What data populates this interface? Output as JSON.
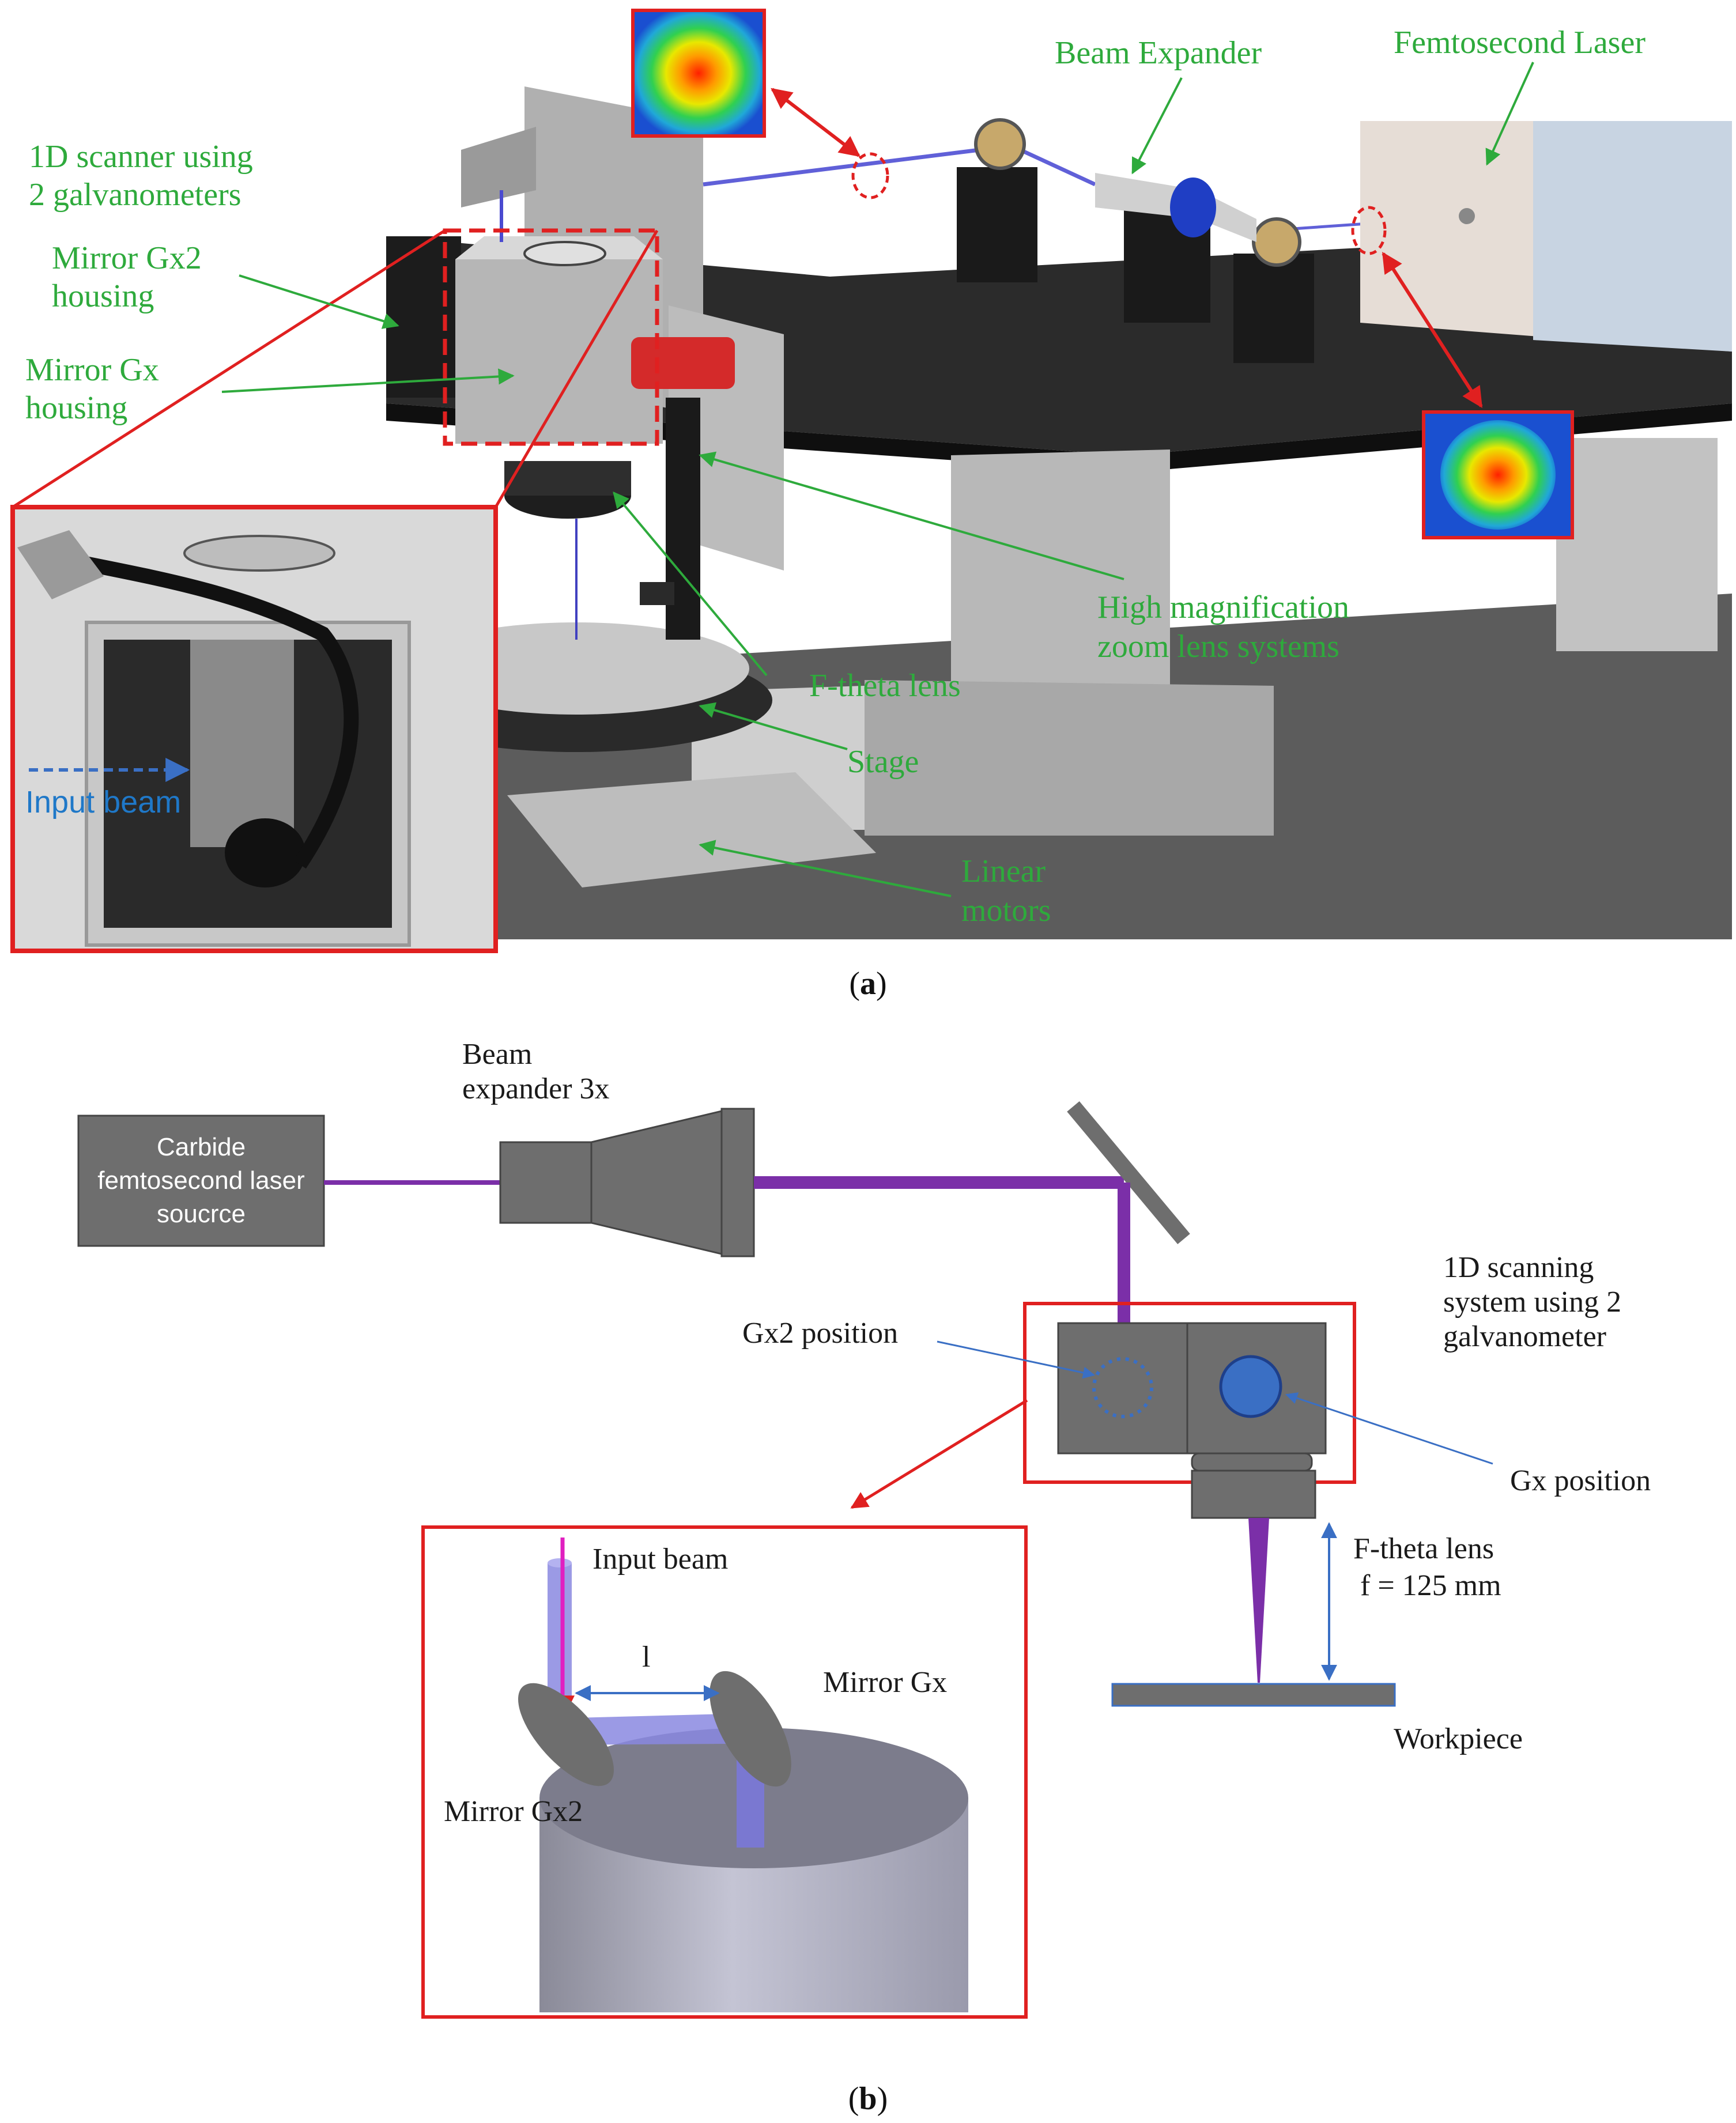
{
  "panel_a": {
    "labels": {
      "scanner_line1": "1D scanner using",
      "scanner_line2": "2 galvanometers",
      "gx2_housing_line1": "Mirror Gx2",
      "gx2_housing_line2": "housing",
      "gx_housing_line1": "Mirror Gx",
      "gx_housing_line2": "housing",
      "beam_expander": "Beam Expander",
      "femto_laser": "Femtosecond Laser",
      "zoom_line1": "High magnification",
      "zoom_line2": "zoom lens systems",
      "ftheta": "F-theta lens",
      "stage": "Stage",
      "linear_line1": "Linear",
      "linear_line2": "motors",
      "input_beam": "Input beam"
    },
    "caption_open": "(",
    "caption_letter": "a",
    "caption_close": ")"
  },
  "panel_b": {
    "labels": {
      "beam_exp_line1": "Beam",
      "beam_exp_line2": "expander 3x",
      "laser_line1": "Carbide",
      "laser_line2": "femtosecond laser",
      "laser_line3": "soucrce",
      "scan_line1": "1D scanning",
      "scan_line2": "system using 2",
      "scan_line3": "galvanometer",
      "gx2_position": "Gx2 position",
      "gx_position": "Gx position",
      "ftheta_line1": "F-theta lens",
      "ftheta_line2": "f = 125 mm",
      "workpiece": "Workpiece",
      "input_beam": "Input beam",
      "distance": "l",
      "mirror_gx": "Mirror Gx",
      "mirror_gx2": "Mirror Gx2"
    },
    "caption_open": "(",
    "caption_letter": "b",
    "caption_close": ")"
  },
  "colors": {
    "label_green": "#2eaa3c",
    "highlight_red": "#e02020",
    "beam_purple": "#7b2fa8",
    "box_gray": "#6e6e6e",
    "arrow_blue": "#3a6fc4"
  }
}
